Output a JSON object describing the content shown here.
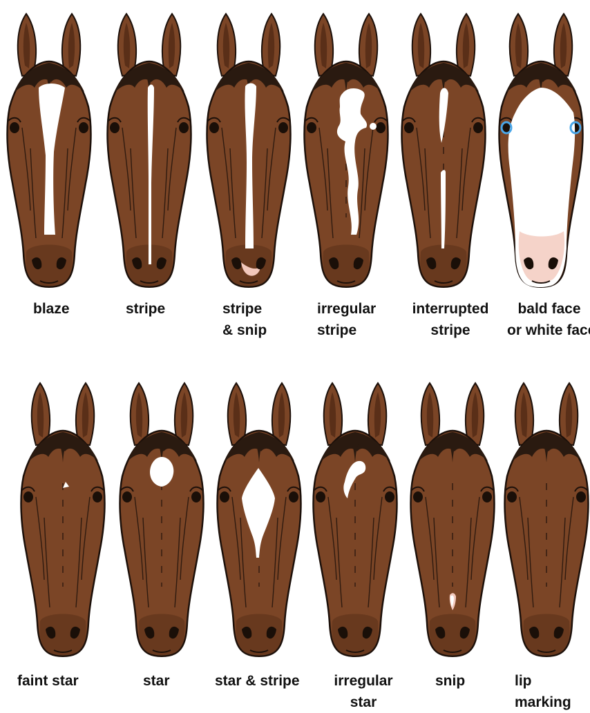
{
  "colors": {
    "coat": "#7b4526",
    "coat_dark": "#5a2f18",
    "ink": "#1c100a",
    "marking": "#ffffff",
    "muzzle_pink": "#f2c8bc",
    "blue_eye": "#4aa6e8"
  },
  "rows": [
    {
      "horses": [
        {
          "marking": "blaze",
          "label": "blaze"
        },
        {
          "marking": "stripe",
          "label": "stripe"
        },
        {
          "marking": "stripe-snip",
          "label": "stripe\n& snip"
        },
        {
          "marking": "irregular-stripe",
          "label": "irregular\nstripe"
        },
        {
          "marking": "interrupted-stripe",
          "label": "interrupted\nstripe"
        },
        {
          "marking": "bald-face",
          "label": "bald face\nor white face"
        }
      ]
    },
    {
      "horses": [
        {
          "marking": "faint-star",
          "label": "faint star"
        },
        {
          "marking": "star",
          "label": "star"
        },
        {
          "marking": "star-stripe",
          "label": "star & stripe"
        },
        {
          "marking": "irregular-star",
          "label": "irregular\nstar"
        },
        {
          "marking": "snip",
          "label": "snip"
        },
        {
          "marking": "lip-marking",
          "label": "lip\nmarking"
        }
      ]
    }
  ]
}
